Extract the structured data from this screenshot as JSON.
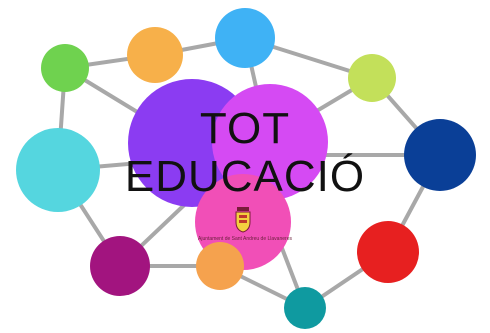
{
  "title": {
    "line1": "TOT",
    "line2": "EDUCACIÓ"
  },
  "emblem": {
    "caption": "Ajuntament de Sant Andreu de Llavaneres",
    "icon": "municipal-coat-of-arms-icon"
  },
  "colors": {
    "link": "#a8a8a8",
    "green": "#6fd24f",
    "orange": "#f7b04a",
    "sky_blue": "#3fb2f5",
    "lime": "#c3e05a",
    "cyan": "#55d6df",
    "navy": "#0a3f97",
    "purple": "#8b3cf2",
    "magenta": "#d54af3",
    "pink": "#f14fb7",
    "plum": "#a2147f",
    "orange2": "#f5a24e",
    "teal": "#0f9aa0",
    "red": "#e72020"
  }
}
